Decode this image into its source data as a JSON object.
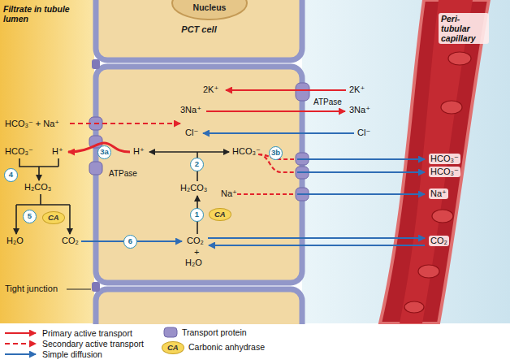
{
  "diagram": {
    "nodes": [
      {
        "text": [
          "Filtrate in tubule lumen"
        ]
      },
      {
        "text": [
          "PCT cell"
        ]
      },
      {
        "text": [
          "Nucleus"
        ],
        "in": 1
      },
      {
        "text": [
          "Peri- tubular capillary"
        ]
      }
    ],
    "labels": [
      "2K⁺",
      "2K⁺",
      "ATPase",
      "3Na⁺",
      "3Na⁺",
      "HCO₃⁻ + Na⁺",
      "Cl⁻",
      "Cl⁻",
      "HCO₃⁻",
      "H⁺",
      "3a",
      "H⁺",
      "2",
      "HCO₃⁻",
      "3b",
      "HCO₃⁻",
      "HCO₃⁻",
      "ATPase",
      "4",
      "H₂CO₃",
      "H₂CO₃",
      "Na⁺",
      "1",
      "CA",
      "5",
      "CA",
      "H₂O",
      "CO₂",
      "6",
      "CO₂",
      "+",
      "H₂O",
      "Na⁺",
      "CO₂",
      "Tight junction",
      "CA"
    ],
    "legend": [
      {
        "text": "Primary active transport"
      },
      {
        "text": "Secondary active transport"
      },
      {
        "text": "Simple diffusion"
      },
      {
        "text": "Transport protein"
      },
      {
        "text": "Carbonic anhydrase"
      }
    ]
  }
}
